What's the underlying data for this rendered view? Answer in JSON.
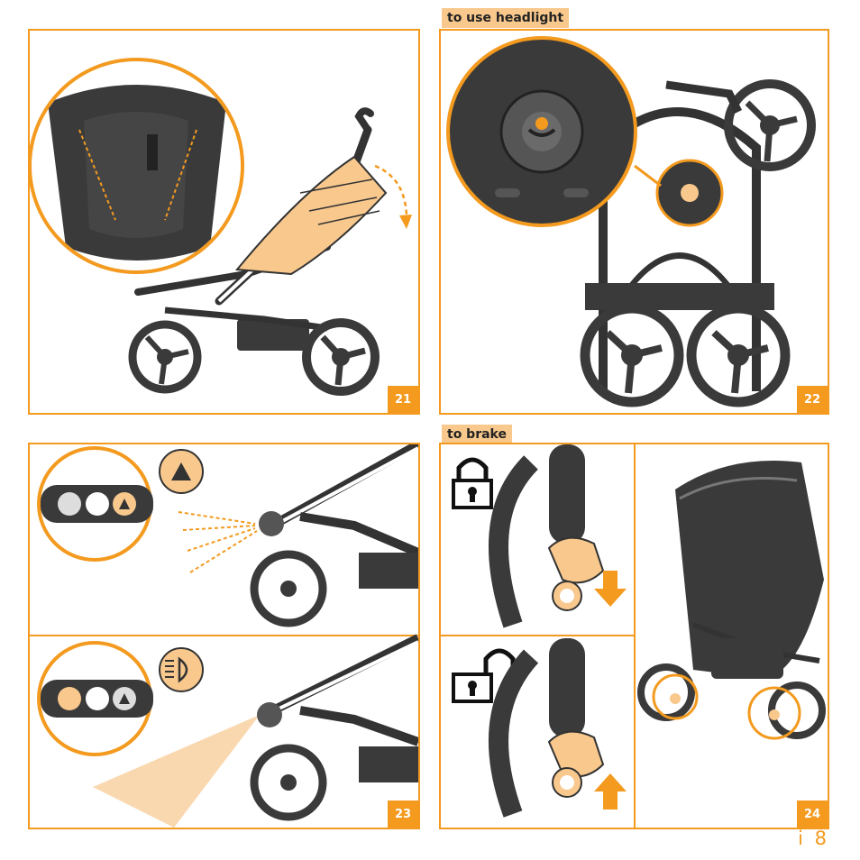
{
  "section_labels": {
    "headlight": "to use headlight",
    "brake": "to brake"
  },
  "steps": {
    "s21": "21",
    "s22": "22",
    "s23": "23",
    "s24": "24"
  },
  "page_number": "i 8",
  "colors": {
    "accent": "#f39a1f",
    "label_bg": "#f8c88d",
    "peach": "#f8c88d",
    "dark": "#3a3a3a"
  },
  "icons": {
    "lock": "lock-closed-icon",
    "unlock": "lock-open-icon",
    "hazard": "warning-triangle-icon",
    "headlight": "headlight-icon"
  }
}
